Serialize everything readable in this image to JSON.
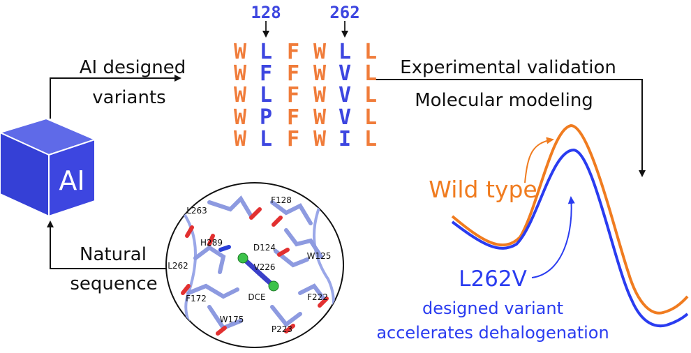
{
  "ai_cube": {
    "label": "AI",
    "color": "#3d46e0"
  },
  "arrows": {
    "ai_designed": "AI designed",
    "variants": "variants",
    "natural": "Natural",
    "sequence": "sequence",
    "experimental": "Experimental validation",
    "modeling": "Molecular modeling"
  },
  "alignment": {
    "position_labels": [
      "128",
      "262"
    ],
    "rows": [
      [
        "W",
        "L",
        "F",
        "W",
        "L",
        "L"
      ],
      [
        "W",
        "F",
        "F",
        "W",
        "V",
        "L"
      ],
      [
        "W",
        "L",
        "F",
        "W",
        "V",
        "L"
      ],
      [
        "W",
        "P",
        "F",
        "W",
        "V",
        "L"
      ],
      [
        "W",
        "L",
        "F",
        "W",
        "I",
        "L"
      ]
    ],
    "colors": {
      "conserved": "#f07c3a",
      "variable": "#3d46e0"
    }
  },
  "structure": {
    "residues": [
      "L263",
      "F128",
      "H289",
      "D124",
      "L262",
      "V226",
      "W125",
      "F172",
      "DCE",
      "F222",
      "W175",
      "P223"
    ]
  },
  "curves": {
    "wild_type_label": "Wild type",
    "variant_label": "L262V",
    "variant_desc_1": "designed variant",
    "variant_desc_2": "accelerates dehalogenation",
    "colors": {
      "wild_type": "#f07c20",
      "variant": "#2a3cf0"
    }
  }
}
